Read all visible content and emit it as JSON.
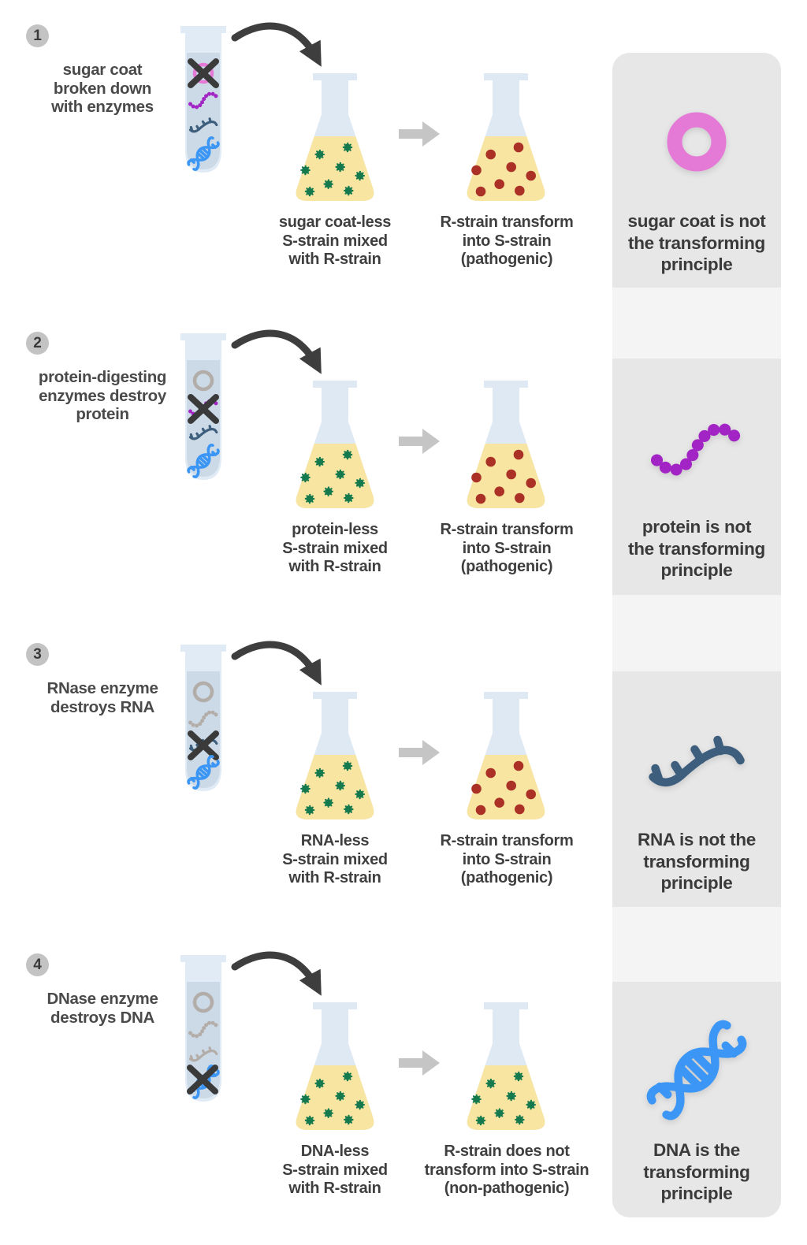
{
  "colors": {
    "pink": "#e57ad6",
    "purple": "#a224c4",
    "slate": "#3d5f7d",
    "blue": "#3b96f5",
    "destroyed_gray": "#b3ada9",
    "green": "#15794e",
    "red": "#ab3126",
    "x_mark": "#3a3a3a",
    "arrow_dark": "#3e3e3e",
    "arrow_gray": "#c5c5c5",
    "badge_bg": "#c3c3c3",
    "panel_dark": "#e7e7e7",
    "panel_light": "#f4f4f4",
    "flask_glass": "#dfe9f4",
    "flask_liquid": "#f8e5a2",
    "tube_glass": "#e0ebf6",
    "tube_liquid": "#ccd9e6",
    "text_dark": "#3f3f3f",
    "text_side": "#4a4a4a"
  },
  "rows": [
    {
      "number": "1",
      "side_label": [
        "sugar coat",
        "broken down",
        "with enzymes"
      ],
      "tube_contents": [
        {
          "item": "sugar coat",
          "state": "crossed-out"
        },
        {
          "item": "protein",
          "state": "intact"
        },
        {
          "item": "RNA",
          "state": "intact"
        },
        {
          "item": "DNA",
          "state": "intact"
        }
      ],
      "flask1": {
        "dots": "green",
        "label": [
          "sugar coat-less",
          "S-strain mixed",
          "with R-strain"
        ]
      },
      "flask2": {
        "dots": "red",
        "label": [
          "R-strain transform",
          "into S-strain",
          "(pathogenic)"
        ]
      }
    },
    {
      "number": "2",
      "side_label": [
        "protein-digesting",
        "enzymes destroy",
        "protein"
      ],
      "tube_contents": [
        {
          "item": "sugar coat",
          "state": "degraded"
        },
        {
          "item": "protein",
          "state": "crossed-out"
        },
        {
          "item": "RNA",
          "state": "intact"
        },
        {
          "item": "DNA",
          "state": "intact"
        }
      ],
      "flask1": {
        "dots": "green",
        "label": [
          "protein-less",
          "S-strain mixed",
          "with R-strain"
        ]
      },
      "flask2": {
        "dots": "red",
        "label": [
          "R-strain transform",
          "into S-strain",
          "(pathogenic)"
        ]
      }
    },
    {
      "number": "3",
      "side_label": [
        "RNase enzyme",
        "destroys RNA"
      ],
      "tube_contents": [
        {
          "item": "sugar coat",
          "state": "degraded"
        },
        {
          "item": "protein",
          "state": "degraded"
        },
        {
          "item": "RNA",
          "state": "crossed-out"
        },
        {
          "item": "DNA",
          "state": "intact"
        }
      ],
      "flask1": {
        "dots": "green",
        "label": [
          "RNA-less",
          "S-strain mixed",
          "with R-strain"
        ]
      },
      "flask2": {
        "dots": "red",
        "label": [
          "R-strain transform",
          "into S-strain",
          "(pathogenic)"
        ]
      }
    },
    {
      "number": "4",
      "side_label": [
        "DNase enzyme",
        "destroys DNA"
      ],
      "tube_contents": [
        {
          "item": "sugar coat",
          "state": "degraded"
        },
        {
          "item": "protein",
          "state": "degraded"
        },
        {
          "item": "RNA",
          "state": "degraded"
        },
        {
          "item": "DNA",
          "state": "crossed-out"
        }
      ],
      "flask1": {
        "dots": "green",
        "label": [
          "DNA-less",
          "S-strain mixed",
          "with R-strain"
        ]
      },
      "flask2": {
        "dots": "green",
        "label": [
          "R-strain does not",
          "transform into S-strain",
          "(non-pathogenic)"
        ]
      }
    }
  ],
  "panel": {
    "sections": [
      {
        "icon": "sugar-coat-ring",
        "lines": [
          "sugar coat is not",
          "the transforming",
          "principle"
        ]
      },
      {
        "icon": "protein-beads",
        "lines": [
          "protein is not",
          "the transforming",
          "principle"
        ]
      },
      {
        "icon": "rna-strand",
        "lines": [
          "RNA is not the",
          "transforming",
          "principle"
        ]
      },
      {
        "icon": "dna-helix",
        "lines": [
          "DNA is the",
          "transforming",
          "principle"
        ]
      }
    ]
  }
}
